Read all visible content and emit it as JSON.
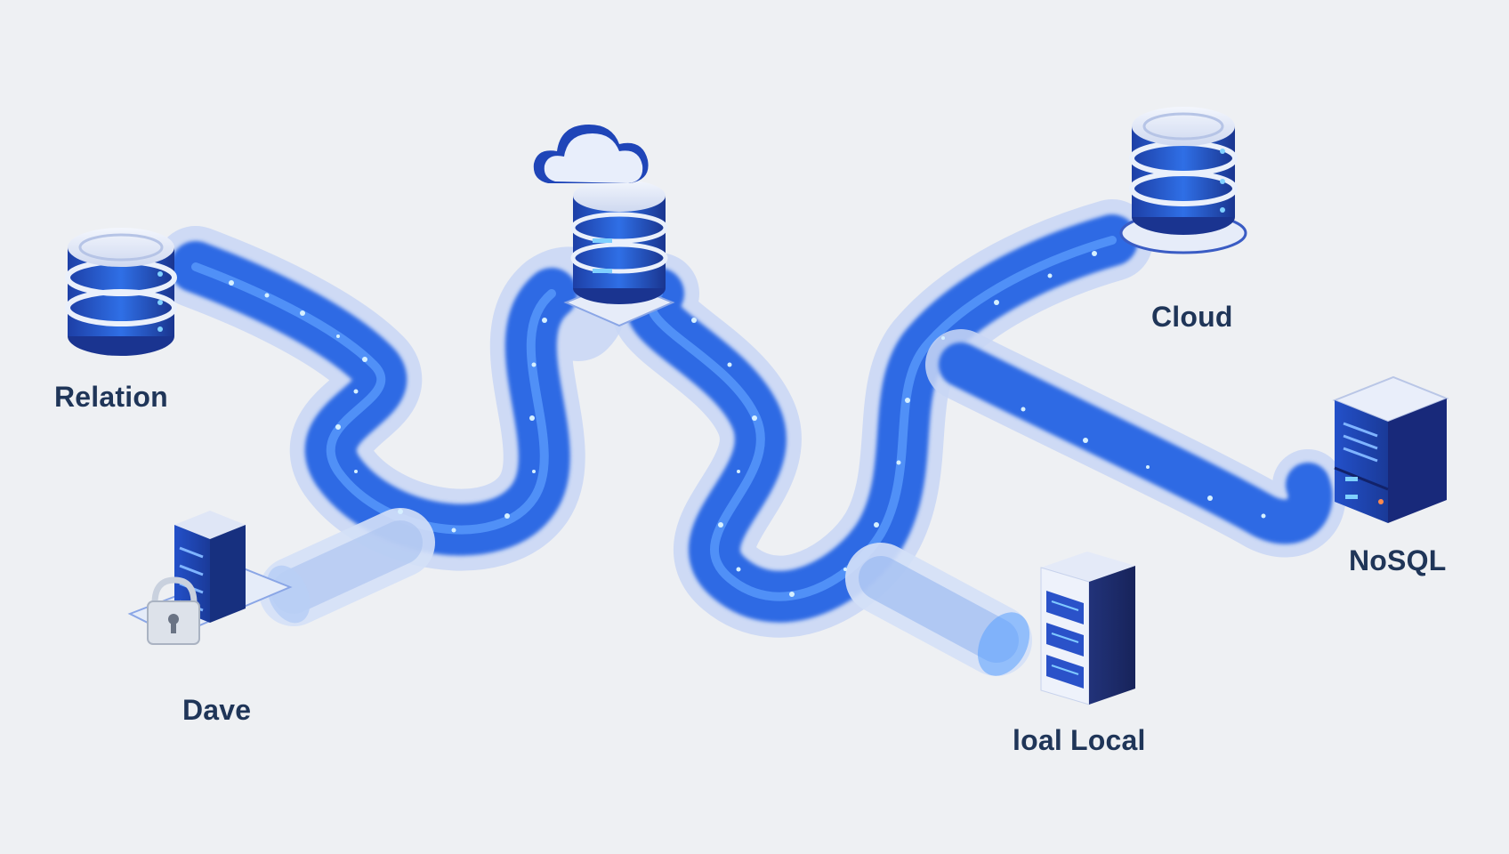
{
  "labels": {
    "relation": "Relation",
    "dave": "Dave",
    "cloud": "Cloud",
    "nosql": "NoSQL",
    "local": "loal Local"
  },
  "icons": {
    "relation": "database-cylinder-icon",
    "dave": "locked-server-icon",
    "center": "cloud-database-icon",
    "cloud": "database-cylinder-icon",
    "nosql": "server-cube-icon",
    "local": "server-tower-icon"
  },
  "colors": {
    "background": "#eef0f3",
    "label": "#1f3558",
    "pipe_flow": "#2f6de6",
    "pipe_glass": "#c9d8f5",
    "server_dark": "#1c3a9a",
    "server_mid": "#2a5bd7",
    "particle": "#bfe6ff"
  }
}
